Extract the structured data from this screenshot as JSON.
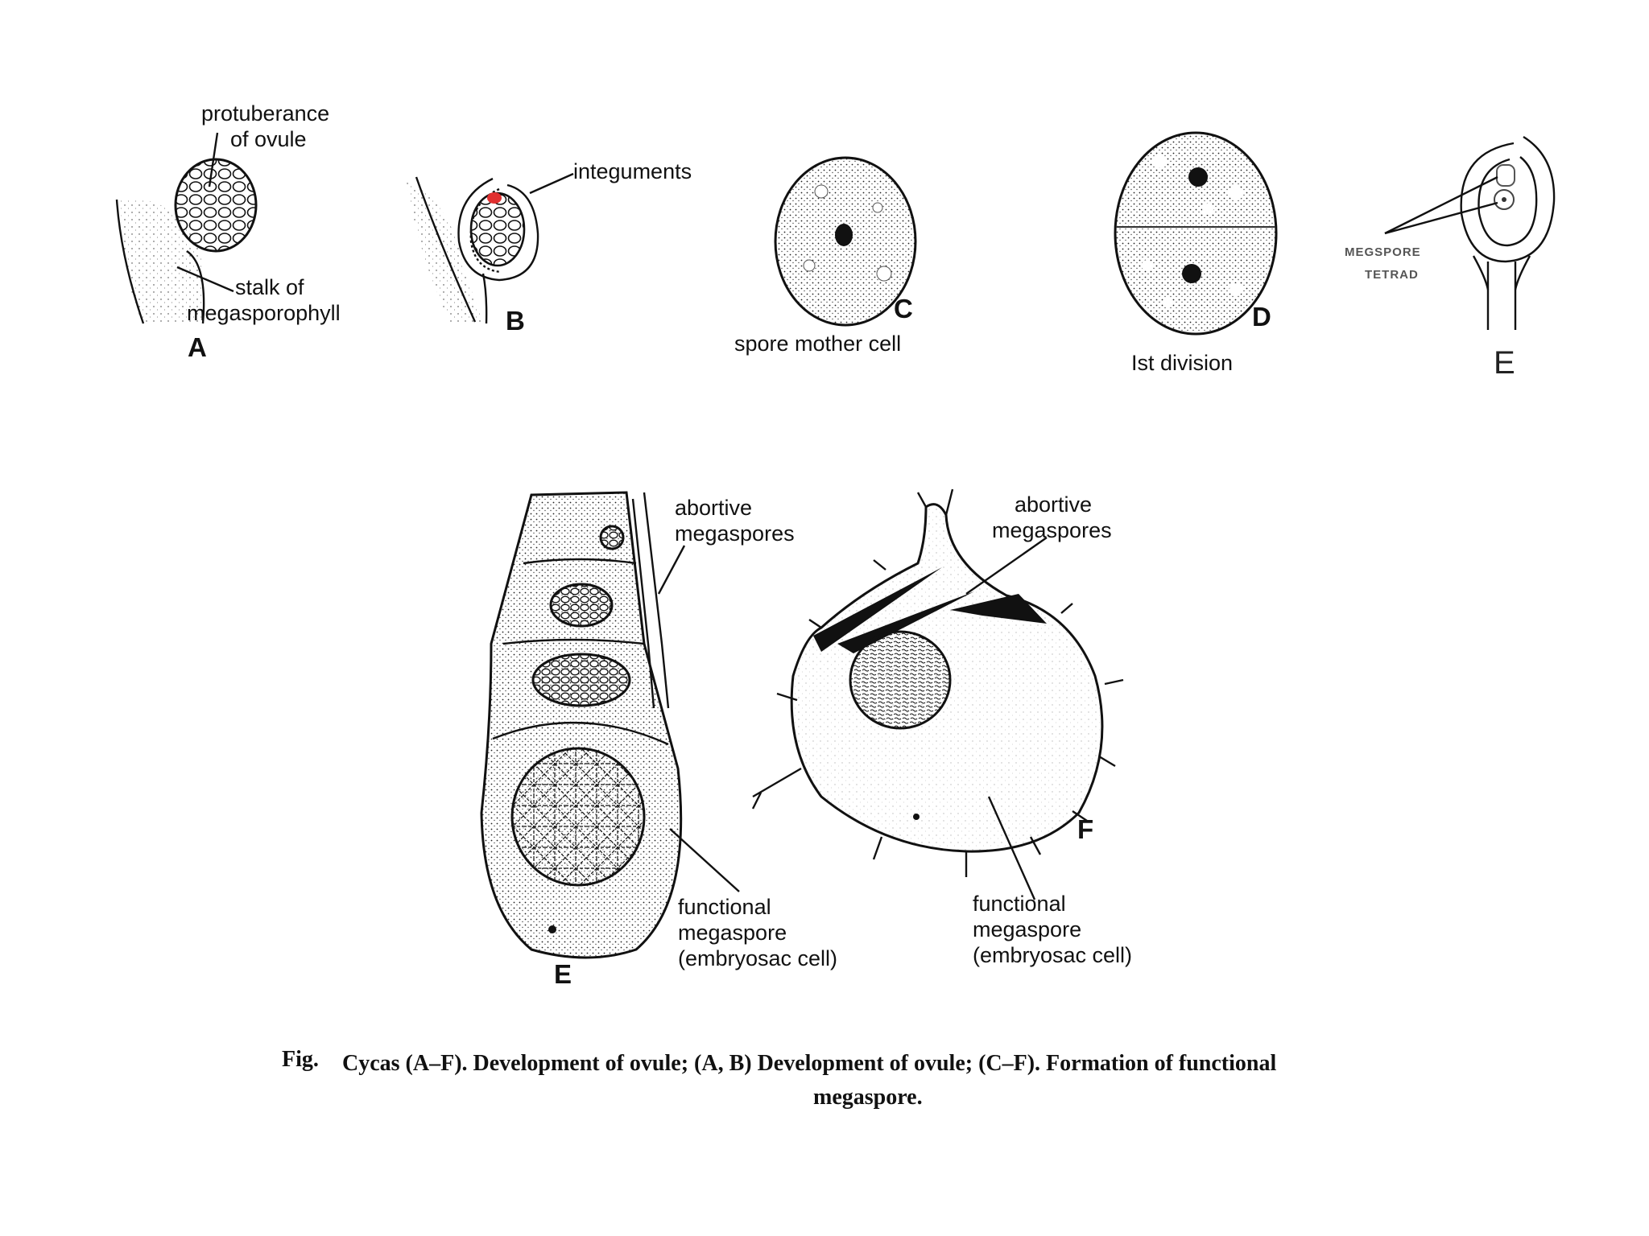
{
  "panels": {
    "A": {
      "letter": "A",
      "label_protuberance_1": "protuberance",
      "label_protuberance_2": "of ovule",
      "label_stalk_1": "stalk of",
      "label_stalk_2": "megasporophyll"
    },
    "B": {
      "letter": "B",
      "label_integuments": "integuments"
    },
    "C": {
      "letter": "C",
      "label": "spore mother cell"
    },
    "D": {
      "letter": "D",
      "label": "Ist division"
    },
    "E_small": {
      "letter": "E",
      "label_1": "MEGSPORE",
      "label_2": "TETRAD"
    },
    "E_large": {
      "letter": "E",
      "label_abortive_1": "abortive",
      "label_abortive_2": "megaspores",
      "label_functional_1": "functional",
      "label_functional_2": "megaspore",
      "label_functional_3": "(embryosac cell)"
    },
    "F": {
      "letter": "F",
      "label_abortive_1": "abortive",
      "label_abortive_2": "megaspores",
      "label_functional_1": "functional",
      "label_functional_2": "megaspore",
      "label_functional_3": "(embryosac cell)"
    }
  },
  "caption": {
    "prefix": "Fig.",
    "line1": "Cycas (A–F). Development of ovule; (A, B) Development of ovule; (C–F). Formation of functional",
    "line2": "megaspore."
  },
  "colors": {
    "ink": "#111111",
    "highlight": "#e03030",
    "background": "#ffffff"
  }
}
